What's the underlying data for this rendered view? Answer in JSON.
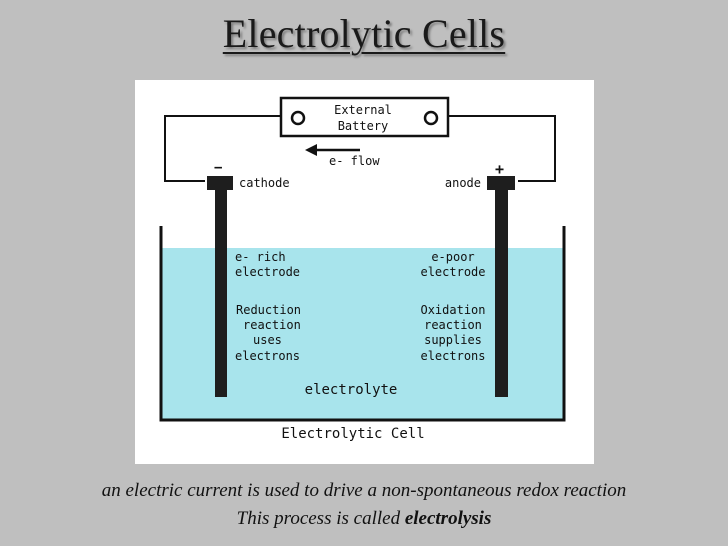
{
  "slide": {
    "title": "Electrolytic Cells"
  },
  "diagram": {
    "battery_label_line1": "External",
    "battery_label_line2": "Battery",
    "electron_flow": "e- flow",
    "cathode_sign": "−",
    "anode_sign": "+",
    "cathode_label": "cathode",
    "anode_label": "anode",
    "cathode_text": [
      "e- rich",
      "electrode",
      "",
      "Reduction",
      "reaction",
      "uses",
      "electrons"
    ],
    "anode_text": [
      "e-poor",
      "electrode",
      "",
      "Oxidation",
      "reaction",
      "supplies",
      "electrons"
    ],
    "electrolyte_label": "electrolyte",
    "cell_label": "Electrolytic Cell",
    "colors": {
      "electrolyte": "#a8e4ec",
      "electrode": "#1e1e1e"
    }
  },
  "caption": {
    "line1": "an electric current is used to drive a non-spontaneous redox reaction",
    "line2_prefix": "This process is called ",
    "line2_emphasis": "electrolysis"
  }
}
